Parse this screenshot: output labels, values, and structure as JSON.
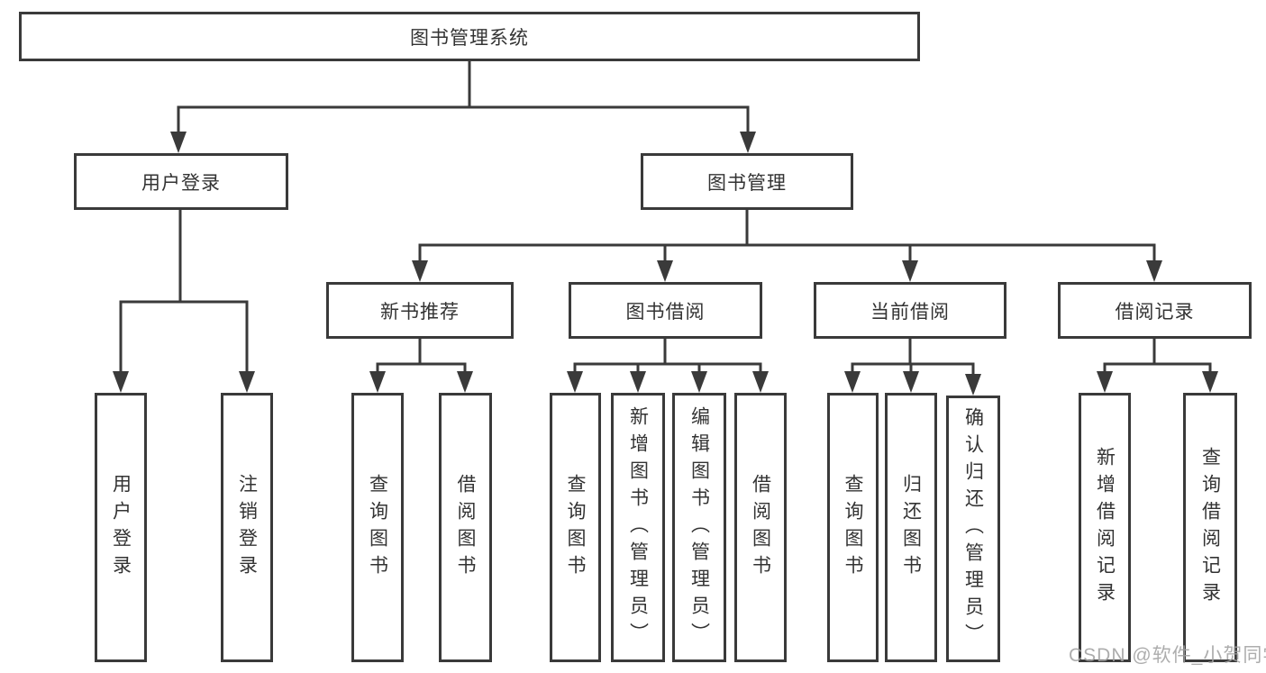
{
  "tree": {
    "root": {
      "label": "图书管理系统"
    },
    "branches": [
      {
        "label": "用户登录",
        "children": [
          {
            "label": "用户登录"
          },
          {
            "label": "注销登录"
          }
        ]
      },
      {
        "label": "图书管理",
        "children": [
          {
            "label": "新书推荐",
            "children": [
              {
                "label": "查询图书"
              },
              {
                "label": "借阅图书"
              }
            ]
          },
          {
            "label": "图书借阅",
            "children": [
              {
                "label": "查询图书"
              },
              {
                "label": "新增图书（管理员）"
              },
              {
                "label": "编辑图书（管理员）"
              },
              {
                "label": "借阅图书"
              }
            ]
          },
          {
            "label": "当前借阅",
            "children": [
              {
                "label": "查询图书"
              },
              {
                "label": "归还图书"
              },
              {
                "label": "确认归还（管理员）"
              }
            ]
          },
          {
            "label": "借阅记录",
            "children": [
              {
                "label": "新增借阅记录"
              },
              {
                "label": "查询借阅记录"
              }
            ]
          }
        ]
      }
    ]
  },
  "watermark": {
    "text": "CSDN @软件_小贺同学"
  },
  "colors": {
    "line": "#3a3a3a",
    "border": "#3a3a3a",
    "text": "#333333",
    "watermark": "#a2a2a2",
    "background": "#ffffff"
  }
}
